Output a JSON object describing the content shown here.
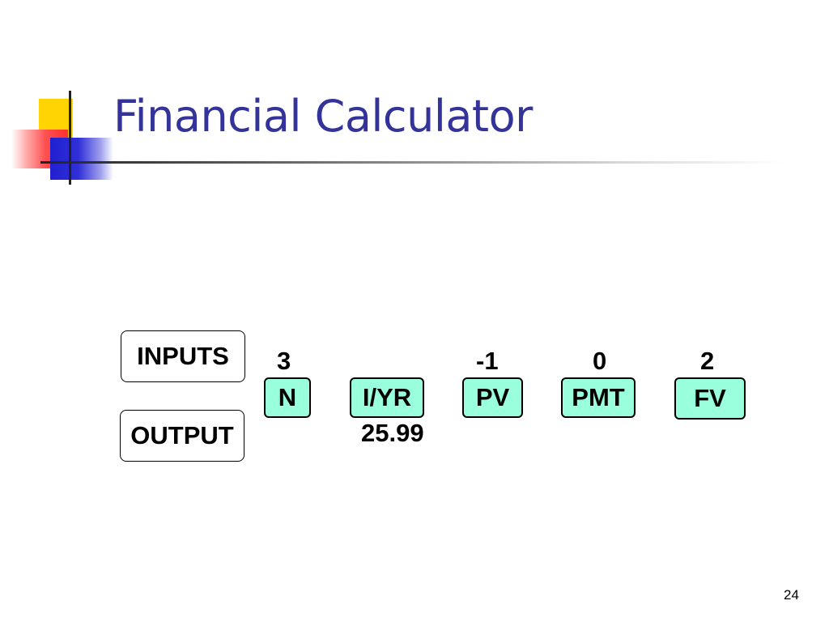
{
  "slide": {
    "title": "Financial Calculator",
    "page_number": "24"
  },
  "labels": {
    "inputs": "INPUTS",
    "output": "OUTPUT"
  },
  "keys": {
    "n": "N",
    "iyr": "I/YR",
    "pv": "PV",
    "pmt": "PMT",
    "fv": "FV"
  },
  "inputs": {
    "n": "3",
    "pv": "-1",
    "pmt": "0",
    "fv": "2"
  },
  "output": {
    "iyr": "25.99"
  },
  "colors": {
    "title": "#333399",
    "key_fill": "#99ffdd",
    "accent_yellow": "#ffd400",
    "accent_red": "#ff3030",
    "accent_blue": "#2020d0"
  }
}
